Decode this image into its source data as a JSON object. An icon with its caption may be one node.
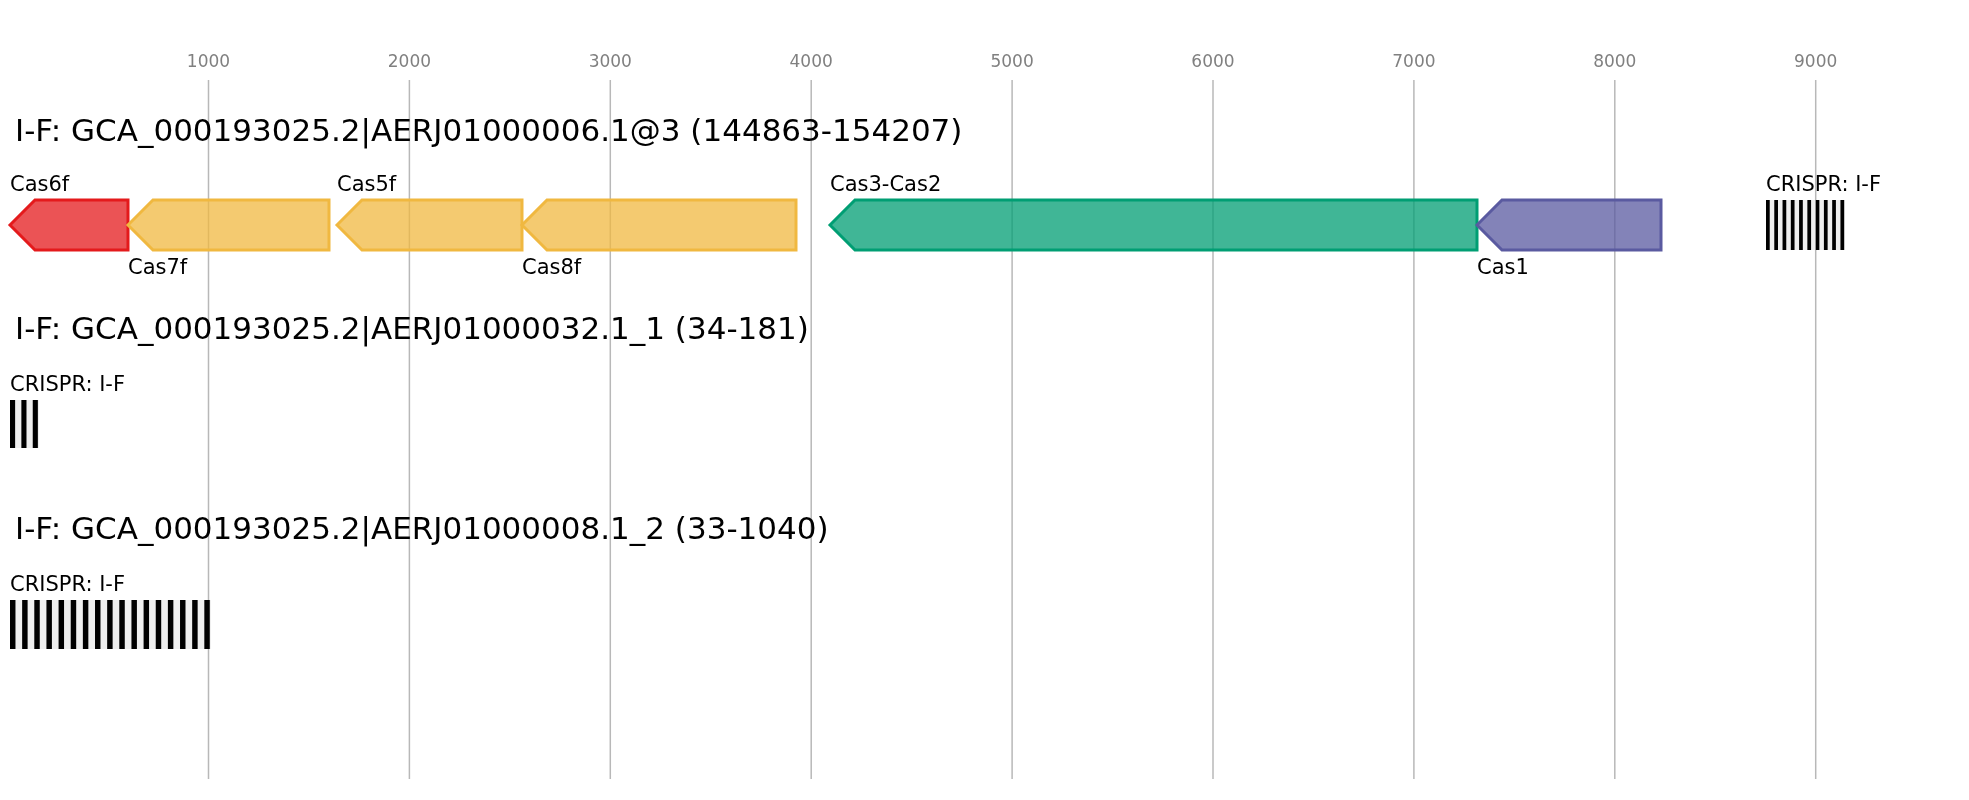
{
  "diagram": {
    "nodes": [
      {
        "text": [
          "Cas6f"
        ]
      },
      {
        "text": [
          "Cas7f"
        ]
      },
      {
        "text": [
          "Cas5f"
        ]
      },
      {
        "text": [
          "Cas8f"
        ]
      },
      {
        "text": [
          "Cas3-Cas2"
        ]
      },
      {
        "text": [
          "Cas1"
        ]
      },
      {
        "text": [
          "CRISPR: I-F"
        ]
      },
      {
        "text": [
          "CRISPR: I-F"
        ]
      },
      {
        "text": [
          "CRISPR: I-F"
        ]
      }
    ],
    "edges": [],
    "labels": [
      "1000",
      "2000",
      "3000",
      "4000",
      "5000",
      "6000",
      "7000",
      "8000",
      "9000",
      "I-F: GCA_000193025.2|AERJ01000006.1@3 (144863-154207)",
      "I-F: GCA_000193025.2|AERJ01000032.1_1 (34-181)",
      "I-F: GCA_000193025.2|AERJ01000008.1_2 (33-1040)"
    ]
  }
}
